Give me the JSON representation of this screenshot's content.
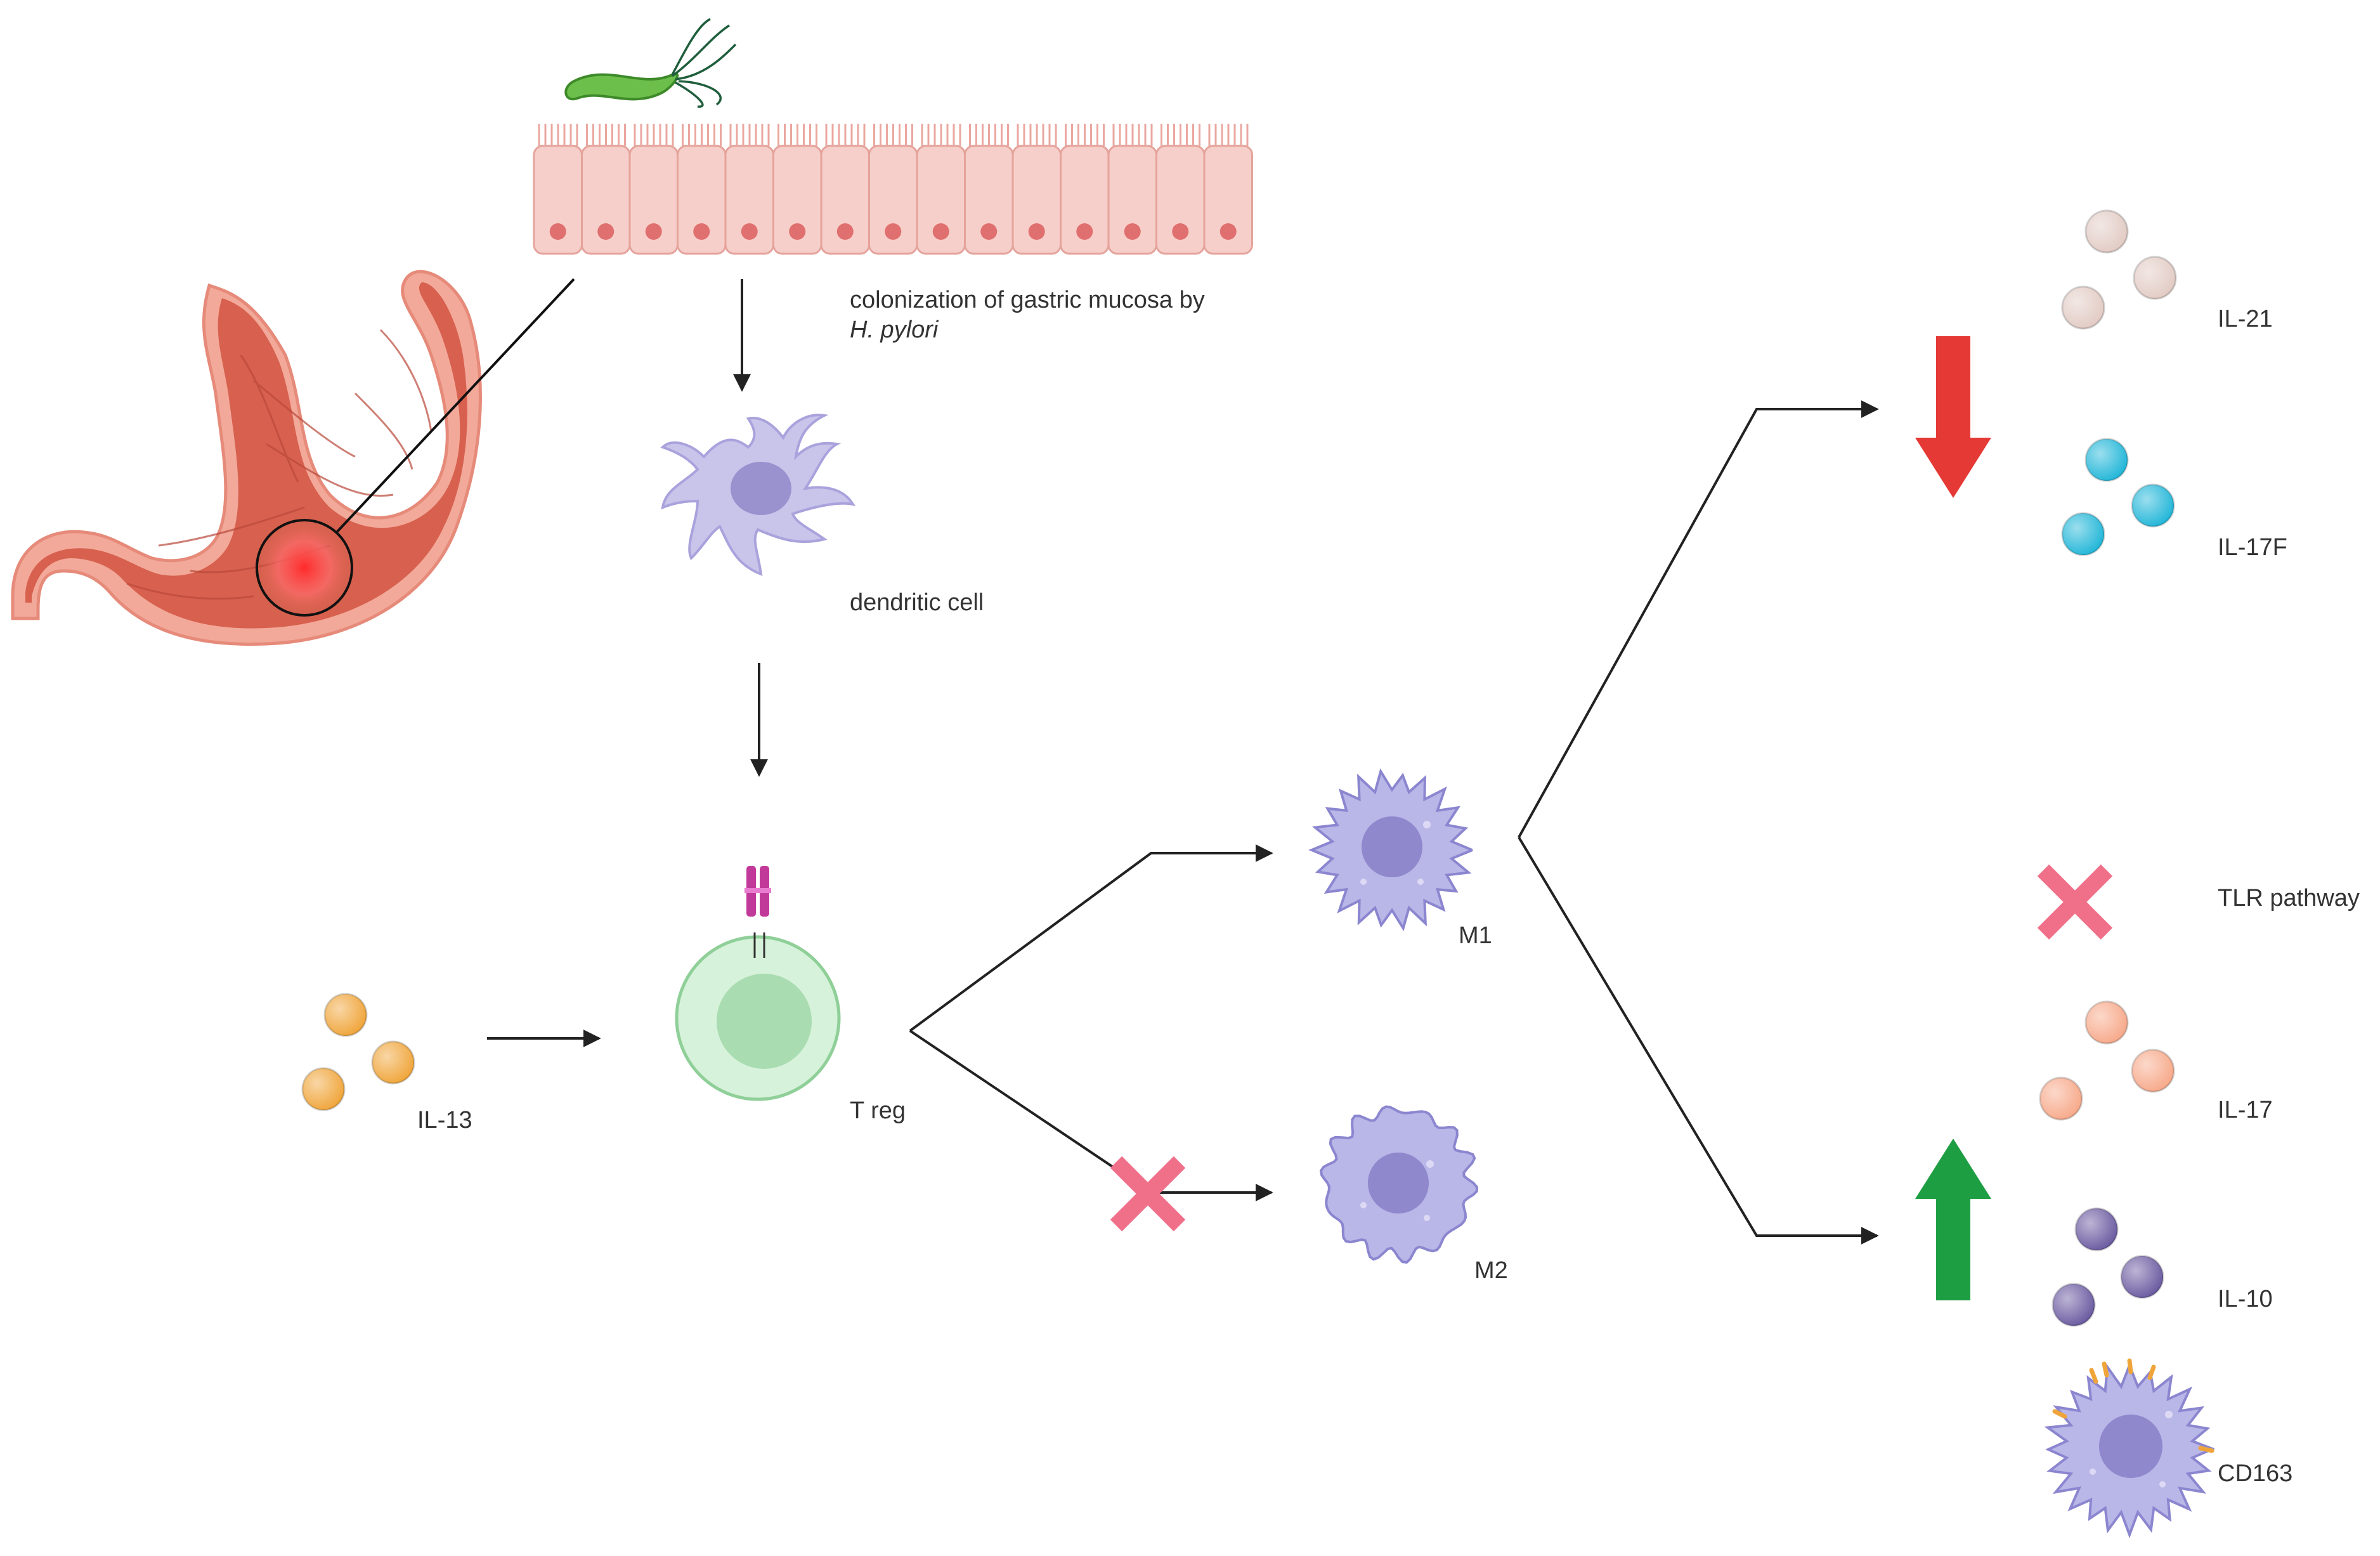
{
  "labels": {
    "colonization_line1": "colonization of gastric mucosa by",
    "colonization_line2": "H. pylori",
    "dendritic": "dendritic cell",
    "il13": "IL-13",
    "treg": "T reg",
    "m1": "M1",
    "m2": "M2",
    "il21": "IL-21",
    "il17f": "IL-17F",
    "tlr": "TLR pathway",
    "il17": "IL-17",
    "il10": "IL-10",
    "cd163": "CD163"
  },
  "colors": {
    "arrow_down": "#e53935",
    "arrow_up": "#1e9e43",
    "cross": "#f0708a",
    "il13": "#f0a53a",
    "il21": "#e2cbc4",
    "il17f": "#21b6d8",
    "il17": "#f7a98a",
    "il10": "#6a5aa0",
    "macrophage": "#b9b6e8",
    "treg": "#cdeed3"
  },
  "icons": {
    "bacterium": "h-pylori-bacterium-icon",
    "stomach": "stomach-icon",
    "epithelium": "epithelium-icon",
    "down": "down-arrow-icon",
    "up": "up-arrow-icon",
    "inhibit": "cross-icon"
  }
}
